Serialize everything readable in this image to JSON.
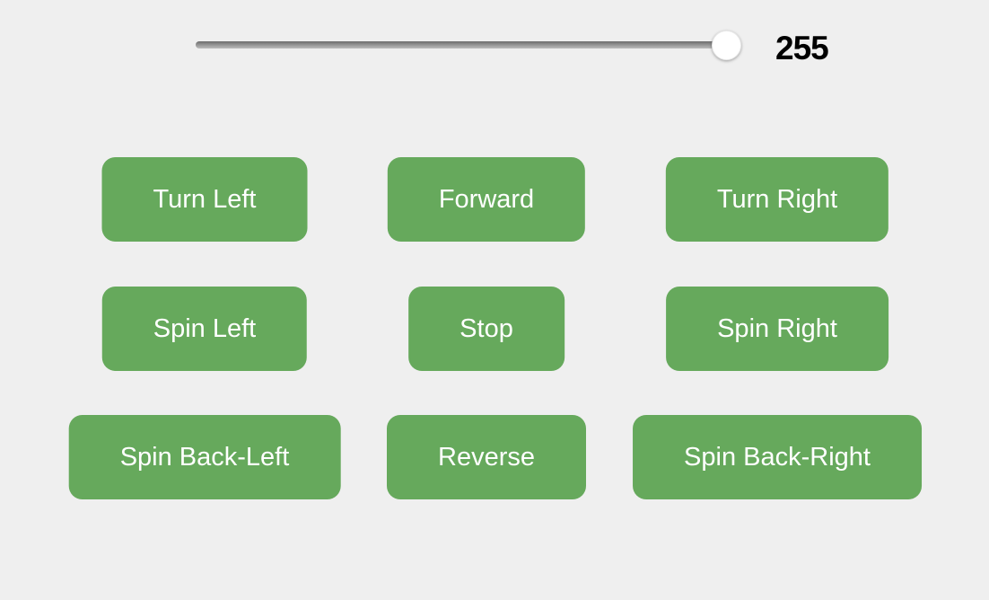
{
  "app": {
    "background": "#efefef"
  },
  "colors": {
    "button_green": "#66a95c",
    "button_text": "#ffffff",
    "value_text": "#000000"
  },
  "slider": {
    "value": "255",
    "min": "0",
    "max": "255",
    "position": "max"
  },
  "controls": {
    "rows": [
      {
        "buttons": [
          {
            "label": "Turn Left"
          },
          {
            "label": "Forward"
          },
          {
            "label": "Turn Right"
          }
        ]
      },
      {
        "buttons": [
          {
            "label": "Spin Left"
          },
          {
            "label": "Stop"
          },
          {
            "label": "Spin Right"
          }
        ]
      },
      {
        "buttons": [
          {
            "label": "Spin Back-Left"
          },
          {
            "label": "Reverse"
          },
          {
            "label": "Spin Back-Right"
          }
        ]
      }
    ]
  }
}
